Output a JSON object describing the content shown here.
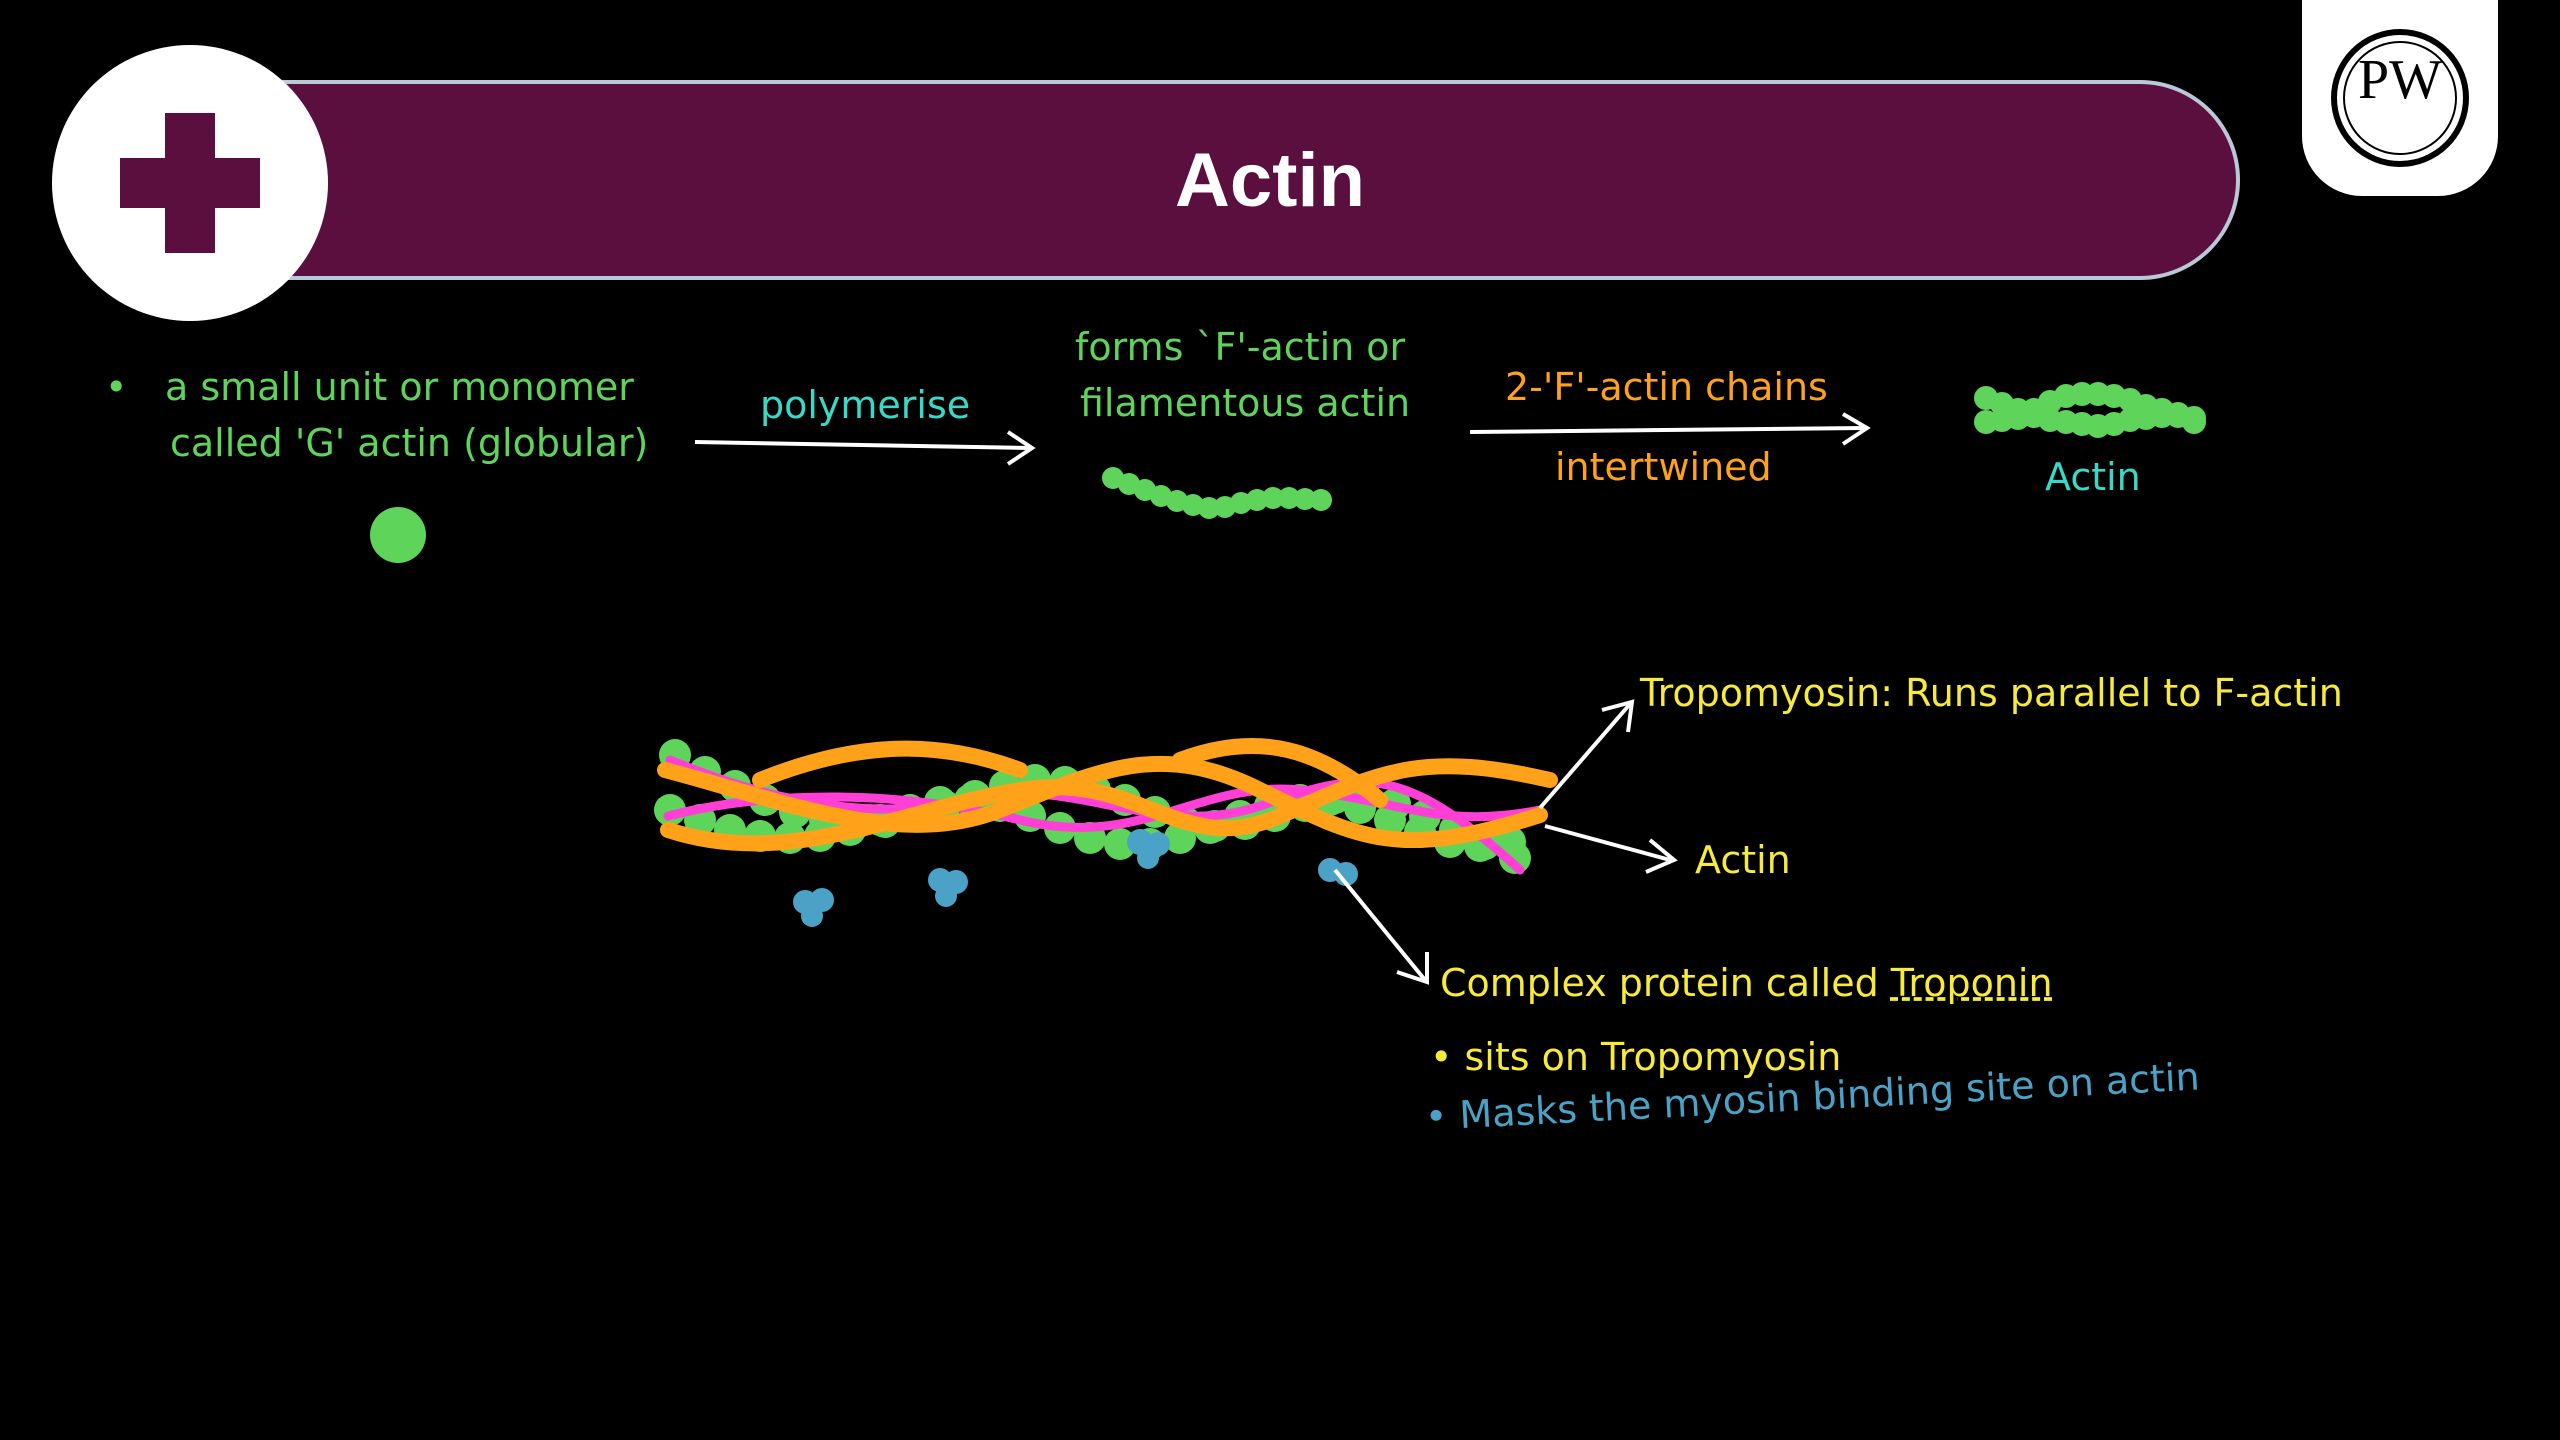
{
  "header": {
    "title": "Actin",
    "logo_letters": "PW",
    "icon": "plus-icon"
  },
  "formation": {
    "monomer_line1": "a small unit or monomer",
    "monomer_line2": "called 'G' actin (globular)",
    "polymerise_label": "polymerise",
    "factin_line1": "forms `F'-actin or",
    "factin_line2": "filamentous actin",
    "chains_label": "2-'F'-actin chains",
    "intertwined_label": "intertwined",
    "actin_label": "Actin"
  },
  "structure": {
    "tropomyosin_label": "Tropomyosin: Runs parallel to F-actin",
    "actin_label": "Actin",
    "troponin_heading_prefix": "Complex protein called ",
    "troponin_heading_term": "Troponin",
    "bullet1": "sits on Tropomyosin",
    "bullet2": "Masks the myosin binding site on actin"
  },
  "colors": {
    "title_bar": "#5b0f3e",
    "gactin": "#5fd45a",
    "tropomyosin": "#ffa21a",
    "pink_strand": "#ff3fd6",
    "troponin": "#4aa3c6"
  }
}
